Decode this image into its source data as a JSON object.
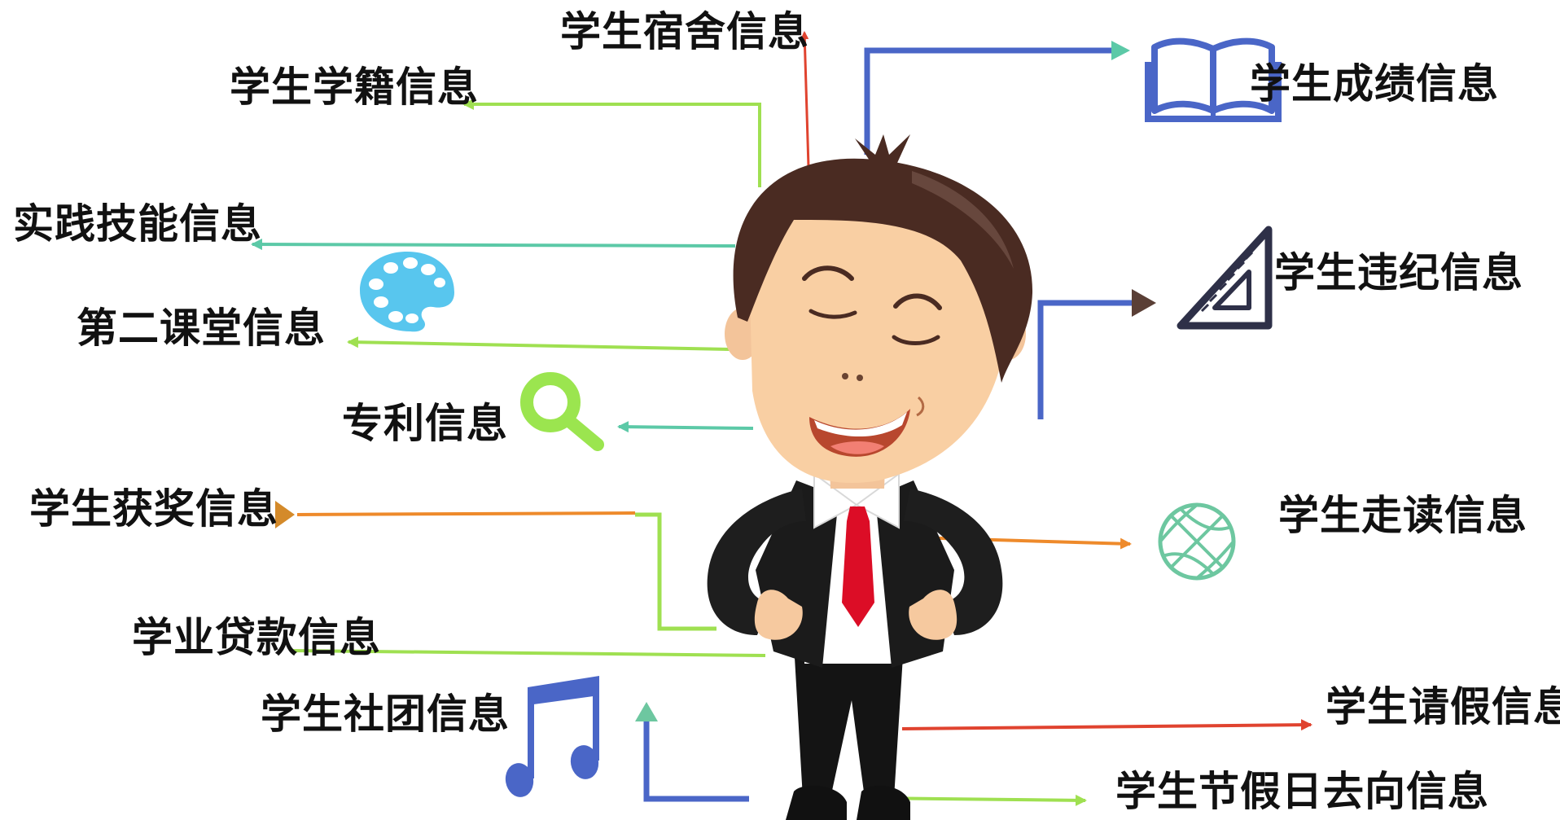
{
  "labels": {
    "dorm": "学生宿舍信息",
    "status": "学生学籍信息",
    "practice": "实践技能信息",
    "second_classroom": "第二课堂信息",
    "patent": "专利信息",
    "award": "学生获奖信息",
    "loan": "学业贷款信息",
    "club": "学生社团信息",
    "grade": "学生成绩信息",
    "discipline": "学生违纪信息",
    "commute": "学生走读信息",
    "leave": "学生请假信息",
    "holiday_destination": "学生节假日去向信息"
  },
  "icons": {
    "grade": "open-book-icon",
    "discipline": "set-square-icon",
    "commute": "basketball-icon",
    "second_classroom": "palette-icon",
    "patent": "magnifier-icon",
    "club": "music-note-icon",
    "center": "smiling-student-character"
  },
  "colors": {
    "blue": "#4a66c7",
    "light_green": "#9fe051",
    "teal": "#5cc9a7",
    "red": "#e0432f",
    "orange": "#ee8a2b",
    "dark_brown": "#5a3f36"
  }
}
